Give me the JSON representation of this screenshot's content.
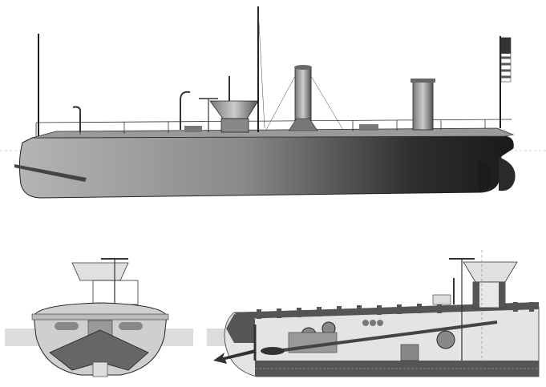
{
  "illustration": {
    "views": [
      "side-elevation",
      "bow-cross-section",
      "longitudinal-cutaway"
    ],
    "colors": {
      "background": "#ffffff",
      "hull_light": "#a8a8a8",
      "hull_dark": "#3a3a3a",
      "deck": "#8c8c8c",
      "water": "#d8d8d8",
      "ink": "#222222",
      "interior": "#e4e4e4",
      "flag_red": "#555555"
    }
  }
}
